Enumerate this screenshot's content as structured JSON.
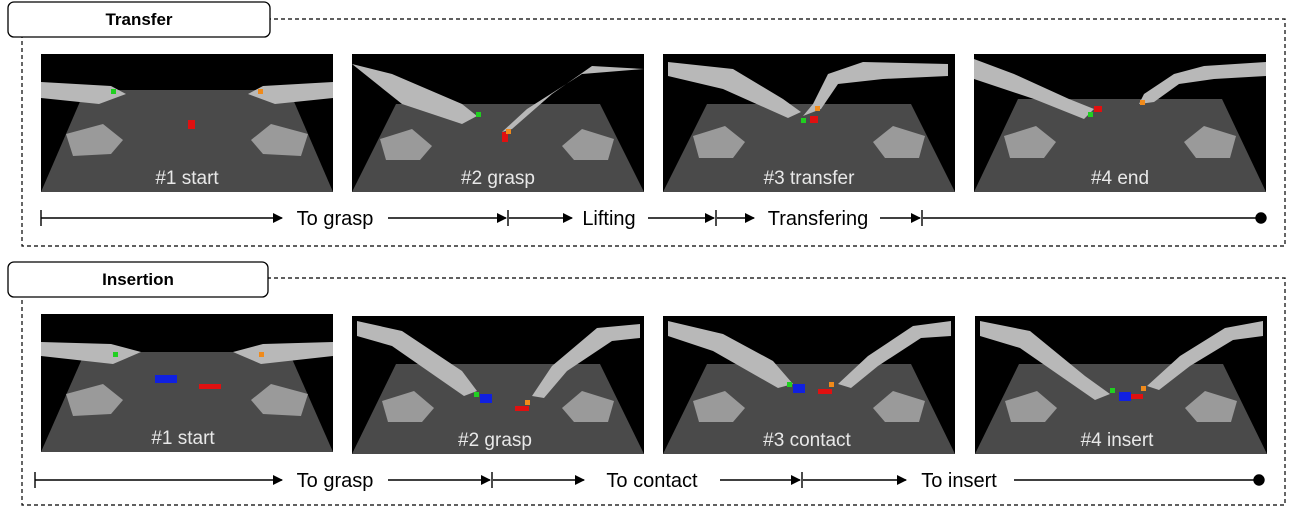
{
  "sections": [
    {
      "title": "Transfer",
      "frames": [
        {
          "caption": "#1 start"
        },
        {
          "caption": "#2 grasp"
        },
        {
          "caption": "#3 transfer"
        },
        {
          "caption": "#4 end"
        }
      ],
      "phases": [
        "To grasp",
        "Lifting",
        "Transfering"
      ]
    },
    {
      "title": "Insertion",
      "frames": [
        {
          "caption": "#1 start"
        },
        {
          "caption": "#2 grasp"
        },
        {
          "caption": "#3 contact"
        },
        {
          "caption": "#4 insert"
        }
      ],
      "phases": [
        "To grasp",
        "To contact",
        "To insert"
      ]
    }
  ],
  "colors": {
    "frame_bg": "#000000",
    "table": "#4a4a4a",
    "arm": "#b8b8b8",
    "red_object": "#e01010",
    "blue_object": "#1020e0",
    "green_marker": "#20d020",
    "orange_marker": "#f08a1a"
  }
}
